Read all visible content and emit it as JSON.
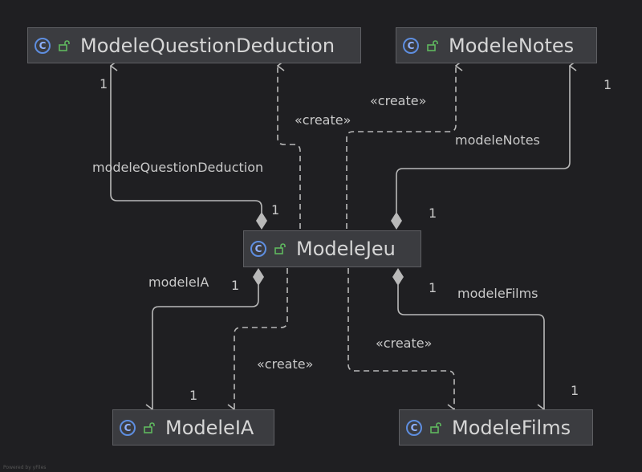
{
  "classes": {
    "question_deduction": "ModeleQuestionDeduction",
    "notes": "ModeleNotes",
    "jeu": "ModeleJeu",
    "ia": "ModeleIA",
    "films": "ModeleFilms"
  },
  "icon_letter": "C",
  "labels": {
    "create_question": "«create»",
    "create_notes": "«create»",
    "create_ia": "«create»",
    "create_films": "«create»",
    "role_question": "modeleQuestionDeduction",
    "role_notes": "modeleNotes",
    "role_ia": "modeleIA",
    "role_films": "modeleFilms",
    "mult_question_target": "1",
    "mult_question_source": "1",
    "mult_notes_target": "1",
    "mult_notes_source": "1",
    "mult_ia_source": "1",
    "mult_ia_target": "1",
    "mult_films_source": "1",
    "mult_films_target": "1"
  },
  "watermark": "Powered by yFiles",
  "colors": {
    "background": "#1f1f22",
    "node_fill": "#3b3c40",
    "node_border": "#5e5f63",
    "edge": "#b9b9b9",
    "class_icon": "#5e8ee0",
    "lock_icon": "#5fb85f"
  }
}
